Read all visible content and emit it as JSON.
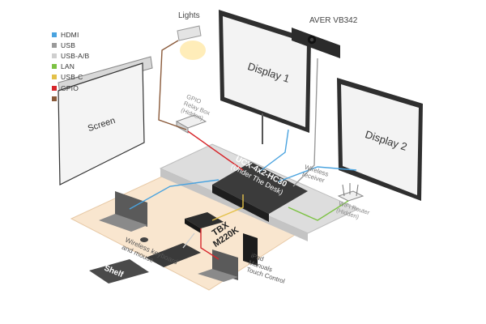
{
  "legend": [
    {
      "label": "HDMI",
      "color": "#4aa3df"
    },
    {
      "label": "USB",
      "color": "#9a9a9a"
    },
    {
      "label": "USB-A/B",
      "color": "#cfcfcf"
    },
    {
      "label": "LAN",
      "color": "#7cc243"
    },
    {
      "label": "USB-C",
      "color": "#e3c14a"
    },
    {
      "label": "GPIO",
      "color": "#d7262b"
    },
    {
      "label": "",
      "color": "#8a5a3a"
    }
  ],
  "colors": {
    "hdmi": "#4aa3df",
    "usb": "#9a9a9a",
    "usba": "#cfcfcf",
    "lan": "#7cc243",
    "usbc": "#e3c14a",
    "gpio": "#d7262b",
    "relay": "#8a5a3a"
  },
  "labels": {
    "lights": "Lights",
    "aver": "AVER VB342",
    "display1": "Display 1",
    "display2": "Display 2",
    "screen": "Screen",
    "gpio_relay_line1": "GPIO",
    "gpio_relay_line2": "Relay Box",
    "gpio_relay_line3": "(Hidden)",
    "ucx_line1": "UCX-4x2-HC30",
    "ucx_line2": "(Under The Desk)",
    "wireless_receiver_line1": "Wireless",
    "wireless_receiver_line2": "receiver",
    "wifi_router_line1": "WiFi Router",
    "wifi_router_line2": "(Hidden)",
    "tbx_line1": "TBX",
    "tbx_line2": "M220K",
    "ipad_line1": "iPad",
    "ipad_line2": "Manuals",
    "ipad_line3": "Touch Control",
    "keyboard_line1": "Wireless keyboard",
    "keyboard_line2": "and mouse",
    "shelf": "Shelf"
  }
}
